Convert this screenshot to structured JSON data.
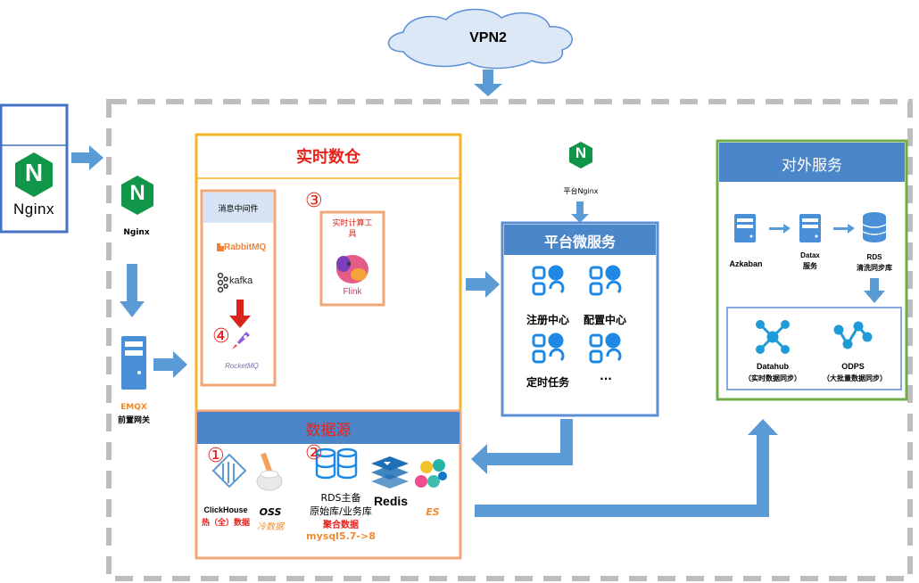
{
  "cloud": {
    "label": "VPN2"
  },
  "left_nginx": {
    "letter": "N",
    "label": "Nginx"
  },
  "nginx_gateway": {
    "letter": "N",
    "label": "Nginx"
  },
  "emqx": {
    "name": "EMQX",
    "label": "前置网关"
  },
  "realtime_dw": {
    "title": "实时数仓",
    "mq_box": {
      "title": "消息中间件",
      "rabbitmq": "RabbitMQ",
      "kafka": "kafka",
      "rocketmq": "RocketMQ",
      "marker": "④"
    },
    "compute_box": {
      "marker": "③",
      "title_line1": "实时计算工",
      "title_line2": "具",
      "flink": "Flink"
    }
  },
  "datasource": {
    "title": "数据源",
    "clickhouse": {
      "marker": "①",
      "name": "ClickHouse",
      "desc": "热（全）数据"
    },
    "oss": {
      "name": "OSS",
      "desc": "冷数据"
    },
    "rds": {
      "marker": "②",
      "line1": "RDS主备",
      "line2": "原始库/业务库",
      "line3": "聚合数据",
      "line4": "mysql5.7->8"
    },
    "redis": {
      "name": "Redis"
    },
    "es": {
      "name": "ES"
    }
  },
  "platform": {
    "nginx_letter": "N",
    "nginx_label": "平台Nginx",
    "title": "平台微服务",
    "items": [
      "注册中心",
      "配置中心",
      "定时任务",
      "···"
    ]
  },
  "external": {
    "title": "对外服务",
    "azkaban": "Azkaban",
    "datax_line1": "Datax",
    "datax_line2": "服务",
    "rds_line1": "RDS",
    "rds_line2": "清洗同步库",
    "datahub_name": "Datahub",
    "datahub_desc": "（实时数据同步）",
    "odps_name": "ODPS",
    "odps_desc": "（大批量数据同步）"
  },
  "colors": {
    "blue": "#4a86c8",
    "light_blue": "#5b9bd5",
    "orange": "#f5a623",
    "salmon": "#f0a677",
    "green": "#70ad47",
    "red": "#e8211c",
    "nginx_green": "#0f9648",
    "gray_dash": "#bdbdbd"
  }
}
